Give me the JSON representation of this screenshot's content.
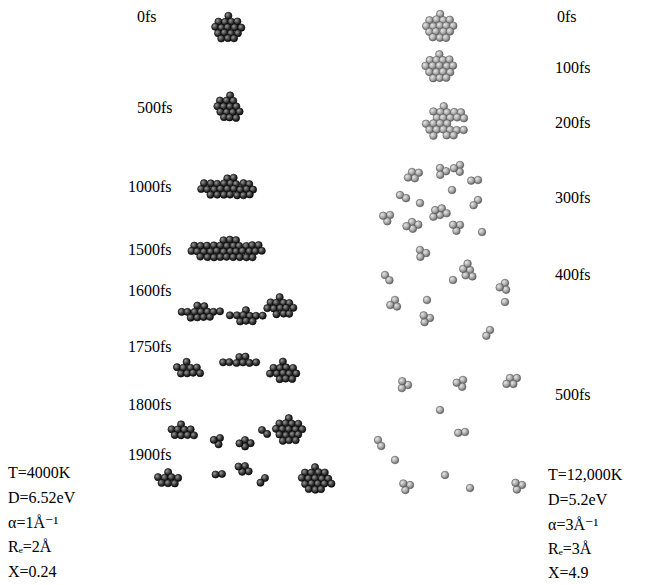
{
  "diagram": {
    "labels": [
      "0fs",
      "500fs",
      "1000fs",
      "1500fs",
      "1600fs",
      "1750fs",
      "1800fs",
      "1900fs",
      "0fs",
      "100fs",
      "200fs",
      "300fs",
      "400fs",
      "500fs",
      "T=4000K",
      "D=6.52eV",
      "α=1Å⁻¹",
      "Rₑ=2Å",
      "X=0.24",
      "T=12,000K",
      "D=5.2eV",
      "α=3Å⁻¹",
      "Rₑ=3Å",
      "X=4.9"
    ]
  }
}
